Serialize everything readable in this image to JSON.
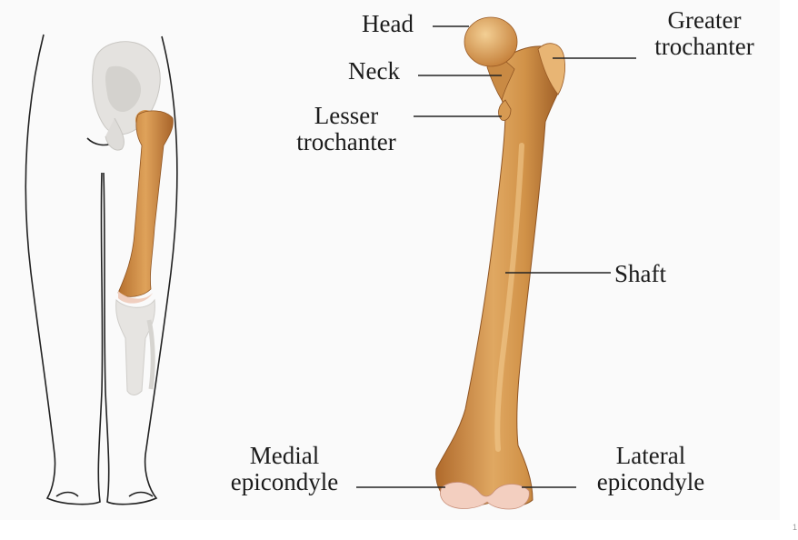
{
  "labels": {
    "head": "Head",
    "neck": "Neck",
    "lesser_trochanter": [
      "Lesser",
      "trochanter"
    ],
    "greater_trochanter": [
      "Greater",
      "trochanter"
    ],
    "shaft": "Shaft",
    "medial_epicondyle": [
      "Medial",
      "epicondyle"
    ],
    "lateral_epicondyle": [
      "Lateral",
      "epicondyle"
    ]
  },
  "page_number": "1",
  "colors": {
    "bone": "#c8843c",
    "bone_light": "#e9b877",
    "bone_shadow": "#8f5422",
    "cartilage": "#f3cfc0",
    "pelvis": "#e3e1de",
    "outline": "#222222"
  }
}
